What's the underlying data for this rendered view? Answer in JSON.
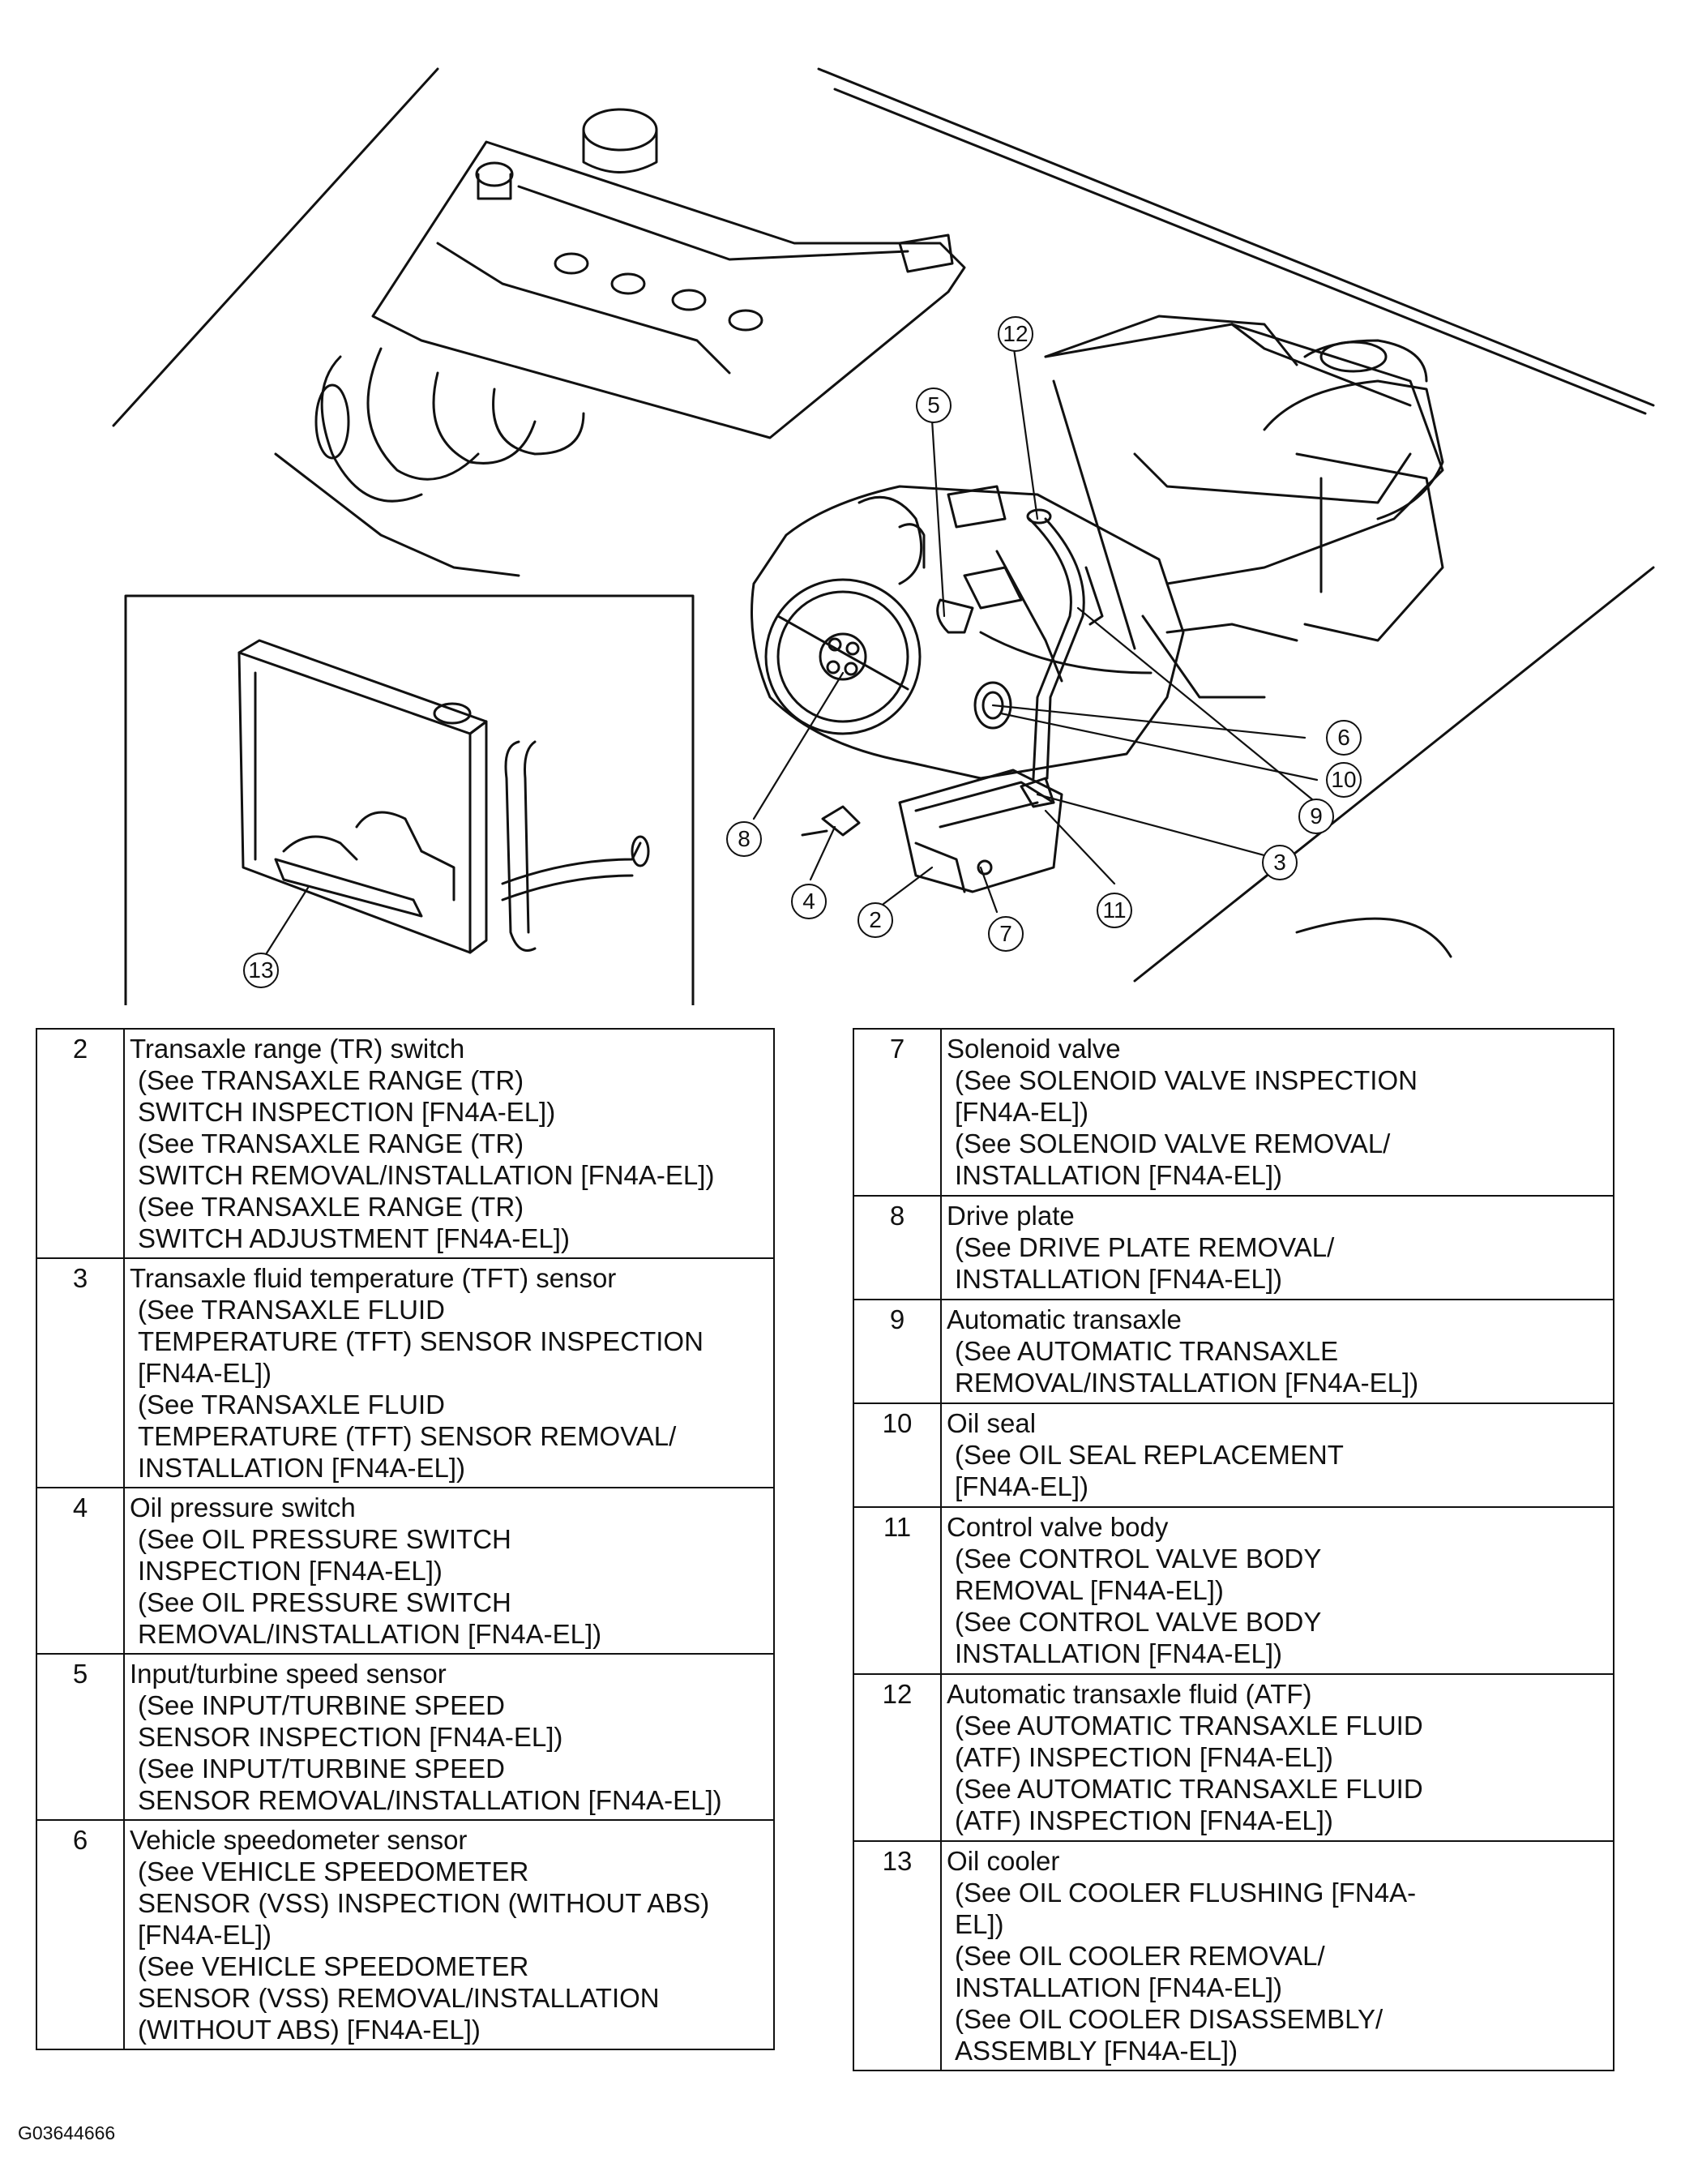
{
  "figure": {
    "callouts": [
      "2",
      "3",
      "4",
      "5",
      "6",
      "7",
      "8",
      "9",
      "10",
      "11",
      "12",
      "13"
    ],
    "figure_id": "G03644666"
  },
  "left_table": [
    {
      "num": "2",
      "title": "Transaxle range (TR) switch",
      "refs": [
        "(See TRANSAXLE RANGE (TR)\nSWITCH INSPECTION [FN4A-EL])",
        "(See TRANSAXLE RANGE (TR)\nSWITCH REMOVAL/INSTALLATION [FN4A-EL])",
        "(See TRANSAXLE RANGE (TR)\nSWITCH ADJUSTMENT [FN4A-EL])"
      ]
    },
    {
      "num": "3",
      "title": "Transaxle fluid temperature (TFT) sensor",
      "refs": [
        "(See TRANSAXLE FLUID\nTEMPERATURE (TFT) SENSOR INSPECTION\n[FN4A-EL])",
        "(See TRANSAXLE FLUID\nTEMPERATURE (TFT) SENSOR REMOVAL/\nINSTALLATION [FN4A-EL])"
      ]
    },
    {
      "num": "4",
      "title": "Oil pressure switch",
      "refs": [
        "(See OIL PRESSURE SWITCH\nINSPECTION [FN4A-EL])",
        "(See OIL PRESSURE SWITCH\nREMOVAL/INSTALLATION [FN4A-EL])"
      ]
    },
    {
      "num": "5",
      "title": "Input/turbine speed sensor",
      "refs": [
        "(See INPUT/TURBINE SPEED\nSENSOR INSPECTION [FN4A-EL])",
        "(See INPUT/TURBINE SPEED\nSENSOR REMOVAL/INSTALLATION [FN4A-EL])"
      ]
    },
    {
      "num": "6",
      "title": "Vehicle speedometer sensor",
      "refs": [
        "(See VEHICLE SPEEDOMETER\nSENSOR (VSS) INSPECTION (WITHOUT ABS)\n[FN4A-EL])",
        "(See VEHICLE SPEEDOMETER\nSENSOR (VSS) REMOVAL/INSTALLATION\n(WITHOUT ABS) [FN4A-EL])"
      ]
    }
  ],
  "right_table": [
    {
      "num": "7",
      "title": "Solenoid valve",
      "refs": [
        "(See SOLENOID VALVE INSPECTION\n[FN4A-EL])",
        "(See SOLENOID VALVE REMOVAL/\nINSTALLATION [FN4A-EL])"
      ]
    },
    {
      "num": "8",
      "title": "Drive plate",
      "refs": [
        "(See DRIVE PLATE REMOVAL/\nINSTALLATION [FN4A-EL])"
      ]
    },
    {
      "num": "9",
      "title": "Automatic transaxle",
      "refs": [
        "(See AUTOMATIC TRANSAXLE\nREMOVAL/INSTALLATION [FN4A-EL])"
      ]
    },
    {
      "num": "10",
      "title": "Oil seal",
      "refs": [
        "(See OIL SEAL REPLACEMENT\n[FN4A-EL])"
      ]
    },
    {
      "num": "11",
      "title": "Control valve body",
      "refs": [
        "(See CONTROL VALVE BODY\nREMOVAL [FN4A-EL])",
        "(See CONTROL VALVE BODY\nINSTALLATION [FN4A-EL])"
      ]
    },
    {
      "num": "12",
      "title": "Automatic transaxle fluid (ATF)",
      "refs": [
        "(See AUTOMATIC TRANSAXLE FLUID\n(ATF) INSPECTION [FN4A-EL])",
        "(See AUTOMATIC TRANSAXLE FLUID\n(ATF) INSPECTION [FN4A-EL])"
      ]
    },
    {
      "num": "13",
      "title": "Oil cooler",
      "refs": [
        "(See OIL COOLER FLUSHING [FN4A-\nEL])",
        "(See OIL COOLER REMOVAL/\nINSTALLATION [FN4A-EL])",
        "(See OIL COOLER DISASSEMBLY/\nASSEMBLY [FN4A-EL])"
      ]
    }
  ]
}
